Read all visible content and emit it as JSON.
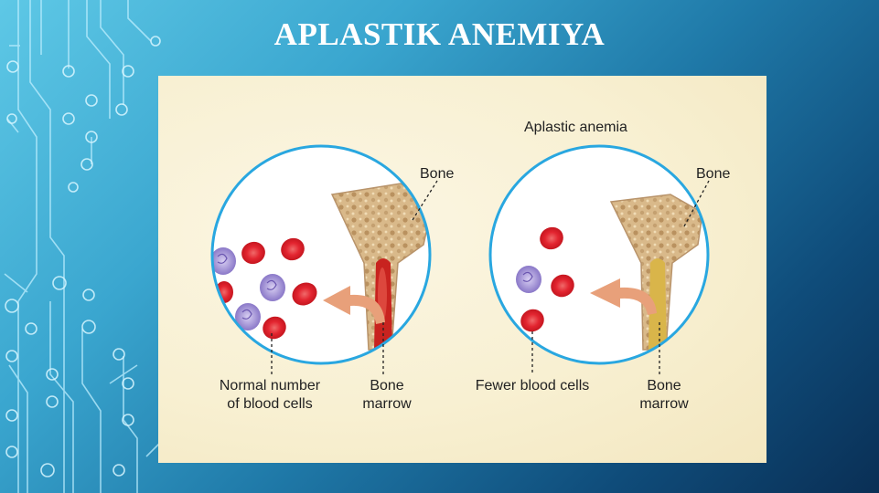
{
  "slide": {
    "title": "APLASTIK ANEMIYA"
  },
  "figure": {
    "heading": "Aplastic anemia",
    "left_panel": {
      "bone_label": "Bone",
      "cells_label_line1": "Normal number",
      "cells_label_line2": "of blood cells",
      "marrow_label_line1": "Bone",
      "marrow_label_line2": "marrow"
    },
    "right_panel": {
      "bone_label": "Bone",
      "cells_label": "Fewer blood cells",
      "marrow_label_line1": "Bone",
      "marrow_label_line2": "marrow"
    }
  },
  "colors": {
    "background_light": "#5ec8e6",
    "background_dark": "#0a2f55",
    "circle_border": "#29a7e0",
    "red_cell": "#e32530",
    "white_cell": "#8a78c8",
    "healthy_marrow": "#c8231f",
    "depleted_marrow": "#d9b54a",
    "arrow": "#e8a07a"
  }
}
